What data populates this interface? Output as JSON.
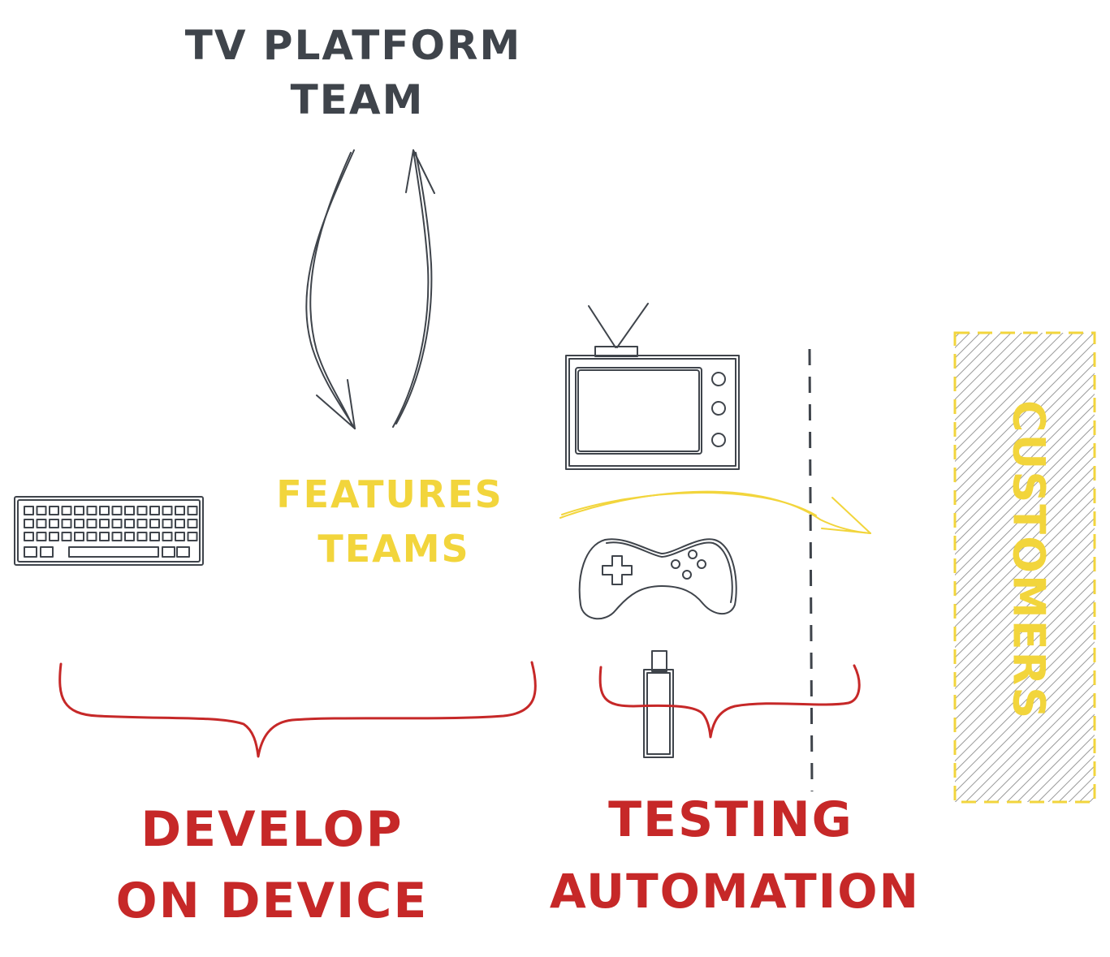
{
  "labels": {
    "platform_line1": "TV PLATFORM",
    "platform_line2": "TEAM",
    "features_line1": "FEATURES",
    "features_line2": "TEAMS",
    "develop_line1": "DEVELOP",
    "develop_line2": "ON DEVICE",
    "testing_line1": "TESTING",
    "testing_line2": "AUTOMATION",
    "customers": "CUSTOMERS"
  },
  "colors": {
    "ink_gray": "#3f444b",
    "red": "#c62828",
    "yellow": "#f2d53c",
    "hatch": "#9a9a9a"
  },
  "icons": [
    "keyboard-icon",
    "tv-icon",
    "gamepad-icon",
    "streaming-stick-icon"
  ]
}
